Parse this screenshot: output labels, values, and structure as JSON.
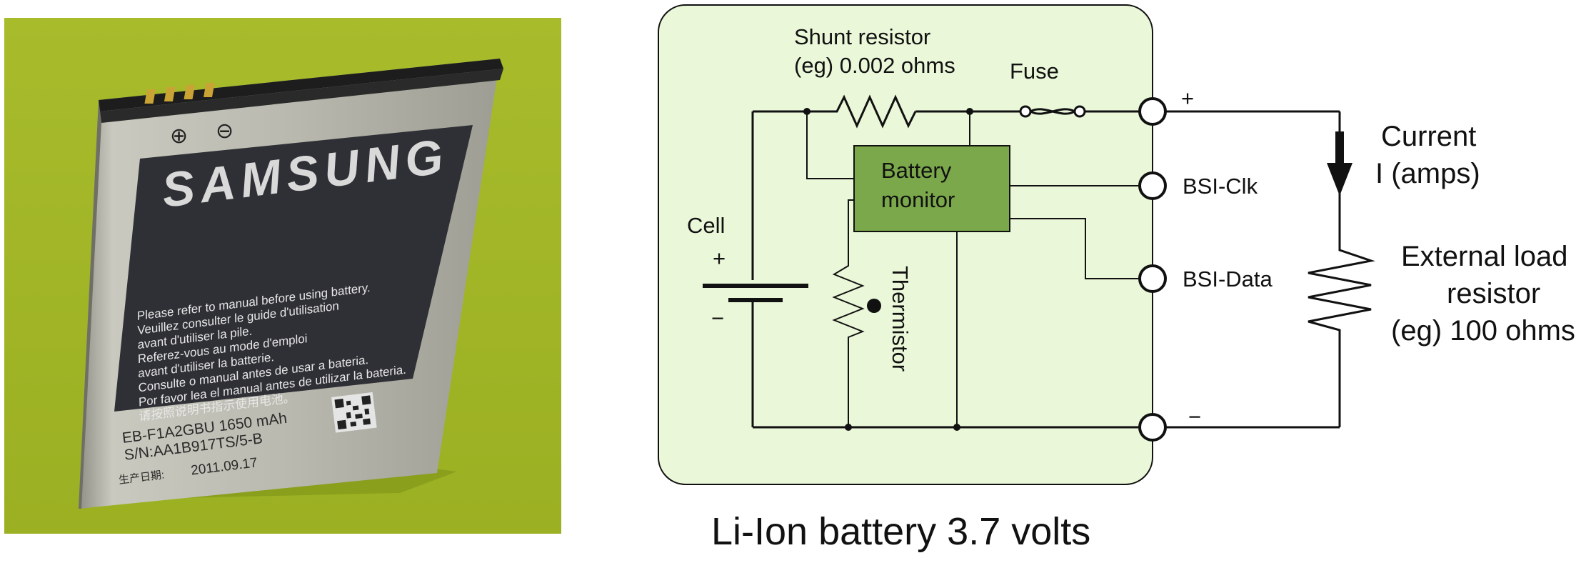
{
  "photo": {
    "brand": "SAMSUNG",
    "contacts": [
      "⊕",
      "⊖"
    ],
    "warning_lines": [
      "Please refer to manual before using battery.",
      "Veuillez consulter le guide d'utilisation",
      "avant d'utiliser la pile.",
      "Referez-vous au mode d'emploi",
      "avant d'utiliser la batterie.",
      "Consulte o manual antes de usar a bateria.",
      "Por favor lea el manual antes de utilizar la bateria.",
      "请按照说明书指示使用电池。"
    ],
    "model": "EB-F1A2GBU  1650 mAh",
    "serial": "S/N:AA1B917TS/5-B",
    "date_label": "生产日期:",
    "date": "2011.09.17",
    "colors": {
      "background": "#a9bd2a",
      "battery_body": "#b7b7ad",
      "label": "#2e2f35"
    }
  },
  "circuit": {
    "shunt_label_1": "Shunt resistor",
    "shunt_label_2": "(eg) 0.002 ohms",
    "fuse_label": "Fuse",
    "monitor_label_1": "Battery",
    "monitor_label_2": "monitor",
    "cell_label": "Cell",
    "cell_plus": "+",
    "cell_minus": "−",
    "thermistor_label": "Thermistor",
    "terminal_plus": "+",
    "terminal_minus": "−",
    "bsi_clk": "BSI-Clk",
    "bsi_data": "BSI-Data",
    "current_label_1": "Current",
    "current_label_2": "I (amps)",
    "load_label_1": "External load",
    "load_label_2": "resistor",
    "load_label_3": "(eg) 100 ohms",
    "caption": "Li-Ion battery 3.7 volts",
    "colors": {
      "pack_fill": "#eaf7d9",
      "monitor_fill": "#7aa84a",
      "wire": "#111111"
    }
  }
}
